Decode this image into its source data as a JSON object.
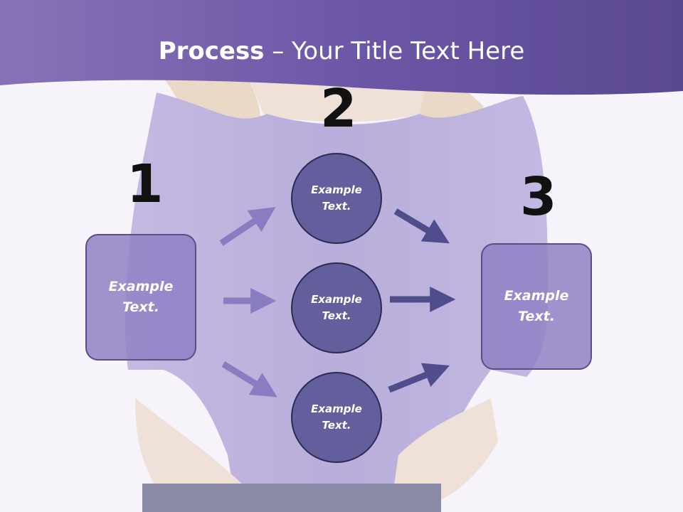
{
  "title": {
    "bold": "Process",
    "rest": " – Your Title Text Here"
  },
  "steps": [
    {
      "number": "1",
      "label": "Example\nText."
    },
    {
      "number": "2",
      "labels": [
        "Example\nText.",
        "Example\nText.",
        "Example\nText."
      ]
    },
    {
      "number": "3",
      "label": "Example\nText."
    }
  ],
  "colors": {
    "banner": "#6a55a5",
    "left_box": "#9180c4",
    "circle": "#625f9c",
    "arrow_left": "#8a7cc0",
    "arrow_right": "#4f4d8c"
  }
}
